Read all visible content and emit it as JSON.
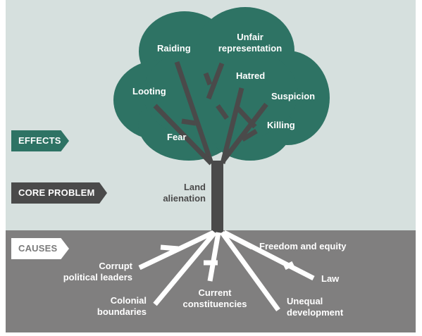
{
  "colors": {
    "sky": "#d6e0de",
    "ground": "#807f7f",
    "canopy": "#2e7364",
    "trunk": "#4a4a4a",
    "roots": "#ffffff"
  },
  "tags": {
    "effects": "EFFECTS",
    "core": "CORE PROBLEM",
    "causes": "CAUSES"
  },
  "effects": {
    "raiding": "Raiding",
    "unfair_1": "Unfair",
    "unfair_2": "representation",
    "looting": "Looting",
    "hatred": "Hatred",
    "suspicion": "Suspicion",
    "killing": "Killing",
    "fear": "Fear"
  },
  "core_problem": {
    "line1": "Land",
    "line2": "alienation"
  },
  "causes": {
    "freedom": "Freedom and equity",
    "corrupt_1": "Corrupt",
    "corrupt_2": "political leaders",
    "law": "Law",
    "colonial_1": "Colonial",
    "colonial_2": "boundaries",
    "current_1": "Current",
    "current_2": "constituencies",
    "unequal_1": "Unequal",
    "unequal_2": "development"
  }
}
